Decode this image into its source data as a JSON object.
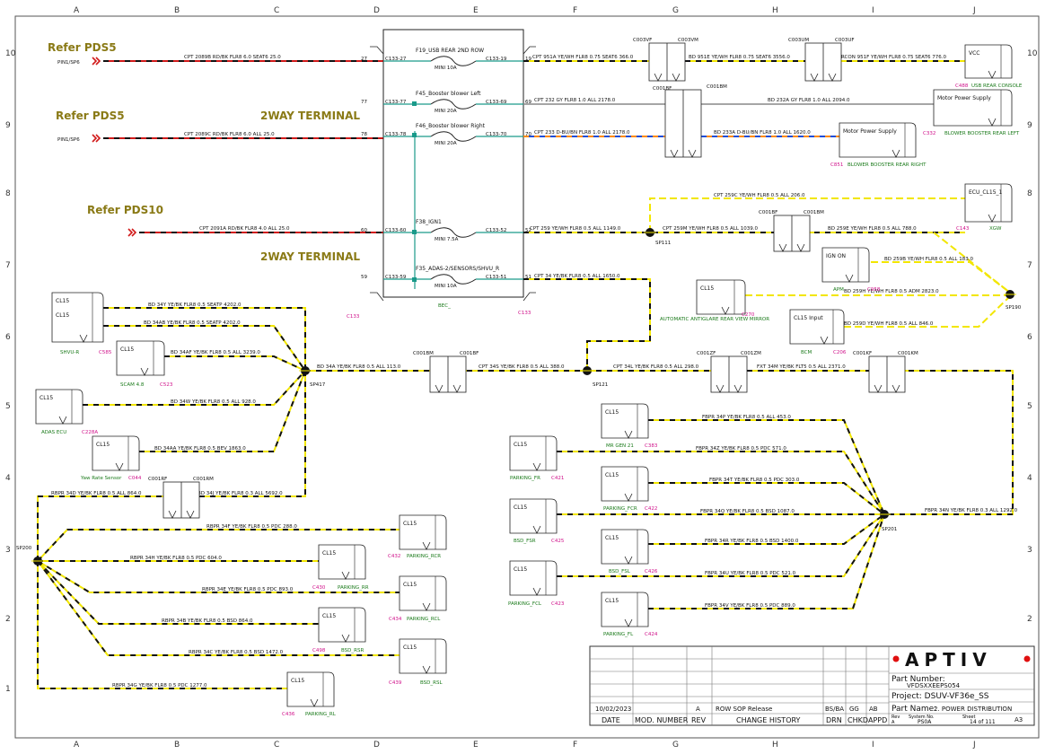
{
  "grid": {
    "columns": [
      "A",
      "B",
      "C",
      "D",
      "E",
      "F",
      "G",
      "H",
      "I",
      "J"
    ],
    "rows": [
      "10",
      "9",
      "8",
      "7",
      "6",
      "5",
      "4",
      "3",
      "2",
      "1"
    ]
  },
  "refers": [
    "Refer PDS5",
    "Refer PDS5",
    "Refer PDS10"
  ],
  "terminals": [
    "2WAY TERMINAL",
    "2WAY TERMINAL"
  ],
  "pins_in": [
    "PIN1/SP6",
    "PIN1/SP6"
  ],
  "fuse_box": {
    "left_id": "C133",
    "right_id": "C133",
    "bottom_id": "BEC_",
    "fuses": [
      {
        "name": "F19_USB REAR 2ND ROW",
        "rating": "MINI 10A",
        "left_pin": "C133-27",
        "right_pin": "C133-19",
        "left_num": "27",
        "right_num": "19"
      },
      {
        "name": "F45_Booster blower Left",
        "rating": "MINI 20A",
        "left_pin": "C133-77",
        "right_pin": "C133-69",
        "left_num": "77",
        "right_num": "69"
      },
      {
        "name": "F46_Booster blower Right",
        "rating": "MINI 20A",
        "left_pin": "C133-78",
        "right_pin": "C133-70",
        "left_num": "78",
        "right_num": "70"
      },
      {
        "name": "F38_IGN1",
        "rating": "MINI 7.5A",
        "left_pin": "C133-60",
        "right_pin": "C133-52",
        "left_num": "60",
        "right_num": "52"
      },
      {
        "name": "F35_ADAS-2/SENSORS/SHVU_R",
        "rating": "MINI 10A",
        "left_pin": "C133-59",
        "right_pin": "C133-51",
        "left_num": "59",
        "right_num": "51"
      }
    ]
  },
  "wire_labels": {
    "w1": "CPT 2089B RD/BK FLR8 6.0 SEAT6 25.0",
    "w2": "CPT 2089C RD/BK FLR8 6.0 ALL 25.0",
    "w3": "CPT 2091A RD/BK FLR8 4.0 ALL 25.0",
    "w4": "CPT 951A YE/WH FLR8 0.75 SEAT6 366.0",
    "w5": "BD 951E YE/WH FLR8 0.75 SEAT6 3556.0",
    "w6": "RCON 951F YE/WH FLR8 0.75 SEAT6 776.0",
    "w7": "CPT 232 GY FLR8 1.0 ALL 2178.0",
    "w8": "BD 232A GY FLR8 1.0 ALL 2094.0",
    "w9": "CPT 233 D-BU/BN FLR8 1.0 ALL 2178.0",
    "w10": "BD 233A D-BU/BN FLR8 1.0 ALL 1620.0",
    "w11": "CPT 259C YE/WH FLR8 0.5 ALL 206.0",
    "w12": "CPT 259 YE/WH FLR8 0.5 ALL 1149.0",
    "w13": "CPT 259M YE/WH FLR8 0.5 ALL 1039.0",
    "w14": "BD 259E YE/WH FLR8 0.5 ALL 788.0",
    "w15": "BD 259B YE/WH FLR8 0.5 ALL 183.0",
    "w16": "BD 259H YE/WH FLR8 0.5 ADM 2823.0",
    "w17": "BD 259D YE/WH FLR8 0.5 ALL 846.0",
    "w18": "CPT 34 YE/BK FLR8 0.5 ALL 1650.0",
    "w19": "BD 34Y YE/BK FLR8 0.5 SEATP 4202.0",
    "w20": "BD 34AB YE/BK FLR8 0.5 SEATP 4202.0",
    "w21": "BD 34AF YE/BK FLR8 0.5 ALL 3239.0",
    "w22": "BD 34W YE/BK FLR8 0.5 ALL 928.0",
    "w23": "BD 34AA YE/BK FLR8 0.5 BEV 1863.0",
    "w24": "BD 34A YE/BK FLR8 0.5 ALL 113.0",
    "w25": "CPT 34S YE/BK FLR8 0.5 ALL 388.0",
    "w26": "CPT 34L YE/BK FLR8 0.5 ALL 298.0",
    "w27": "FXT 34M YE/BK FLT5 0.5 ALL 2371.0",
    "w28": "RBPR 34D YE/BK FLR8 0.5 ALL 864.0",
    "w29": "BD 34J YE/BK FLR8 0.3 ALL 5692.0",
    "w30": "RBPR 34F YE/BK FLR8 0.5 PDC 288.0",
    "w31": "RBPR 34H YE/BK FLR8 0.5 PDC 604.0",
    "w32": "RBPR 34E YE/BK FLR8 0.5 PDC 893.0",
    "w33": "RBPR 34B YE/BK FLR8 0.5 BSD 864.0",
    "w34": "RBPR 34C YE/BK FLR8 0.5 BSD 1472.0",
    "w35": "RBPR 34G YE/BK FLR8 0.5 PDC 1277.0",
    "w36": "FBPR 34P YE/BK FLR8 0.5 ALL 453.0",
    "w37": "FBPR 34Z YE/BK FLR8 0.5 PDC 571.0",
    "w38": "FBPR 34T YE/BK FLR8 0.5 PDC 303.0",
    "w39": "FBPR 34Q YE/BK FLR8 0.5 BSD 1087.0",
    "w40": "FBPR 34R YE/BK FLR8 0.5 BSD 1400.0",
    "w41": "FBPR 34U YE/BK FLR8 0.5 PDC 521.0",
    "w42": "FBPR 34V YE/BK FLR8 0.5 PDC 889.0",
    "w43": "FBPR 34N YE/BK FLR8 0.3 ALL 1292.0"
  },
  "inline_connectors": {
    "c003vf": "C003VF",
    "c003vm": "C003VM",
    "c003um": "C003UM",
    "c003uf": "C003UF",
    "c001bf_a": "C001BF",
    "c001bm_a": "C001BM",
    "c001bf_b": "C001BF",
    "c001bm_b": "C001BM",
    "c001bm_c": "C001BM",
    "c001bf_c": "C001BF",
    "c001zf": "C001ZF",
    "c001zm": "C001ZM",
    "c001kf": "C001KF",
    "c001km": "C001KM",
    "c001rf": "C001RF",
    "c001rm": "C001RM"
  },
  "splices": {
    "sp111": "SP111",
    "sp190": "SP190",
    "sp417": "SP417",
    "sp121": "SP121",
    "sp200": "SP200",
    "sp201": "SP201"
  },
  "devices": {
    "usb": {
      "pin_label": "VCC",
      "id": "C488",
      "name": "USB REAR CONSOLE"
    },
    "bbl": {
      "pin_label": "Motor Power Supply",
      "id": "C332",
      "name": "BLOWER BOOSTER REAR LEFT"
    },
    "bbr": {
      "pin_label": "Motor Power Supply",
      "id": "C851",
      "name": "BLOWER BOOSTER REAR RIGHT"
    },
    "xgw": {
      "pin_label": "ECU_CL15_1",
      "id": "C143",
      "name": "XGW"
    },
    "apm": {
      "pin_label": "IGN ON",
      "id": "C958",
      "name": "APM"
    },
    "mirror": {
      "pin_label": "CL15",
      "id": "C270",
      "name": "AUTOMATIC ANTIGLARE REAR VIEW MIRROR"
    },
    "bcm": {
      "pin_label": "CL15 Input",
      "id": "C206",
      "name": "BCM"
    },
    "shvu": {
      "pin_label": "CL15",
      "pin_label2": "CL15",
      "id": "C585",
      "name": "SHVU-R"
    },
    "scam": {
      "pin_label": "CL15",
      "id": "C523",
      "name": "SCAM 4.8"
    },
    "adas": {
      "pin_label": "CL15",
      "id": "C228A",
      "name": "ADAS ECU"
    },
    "yaw": {
      "pin_label": "CL15",
      "id": "C044",
      "name": "Yaw Rate Sensor"
    },
    "prcr": {
      "pin_label": "CL15",
      "id": "C432",
      "name": "PARKING_RCR"
    },
    "prr": {
      "pin_label": "CL15",
      "id": "C430",
      "name": "PARKING_RR"
    },
    "prcl": {
      "pin_label": "CL15",
      "id": "C434",
      "name": "PARKING_RCL"
    },
    "bsdrsr": {
      "pin_label": "CL15",
      "id": "C498",
      "name": "BSD_RSR"
    },
    "bsdrsl": {
      "pin_label": "CL15",
      "id": "C439",
      "name": "BSD_RSL"
    },
    "prl": {
      "pin_label": "CL15",
      "id": "C436",
      "name": "PARKING_RL"
    },
    "mrgen": {
      "pin_label": "CL15",
      "id": "C383",
      "name": "MR GEN 21"
    },
    "pfr": {
      "pin_label": "CL15",
      "id": "C421",
      "name": "PARKING_FR"
    },
    "pfcr": {
      "pin_label": "CL15",
      "id": "C422",
      "name": "PARKING_FCR"
    },
    "bsdfsr": {
      "pin_label": "CL15",
      "id": "C425",
      "name": "BSD_FSR"
    },
    "bsdfsl": {
      "pin_label": "CL15",
      "id": "C426",
      "name": "BSD_FSL"
    },
    "pfcl": {
      "pin_label": "CL15",
      "id": "C423",
      "name": "PARKING_FCL"
    },
    "pfl": {
      "pin_label": "CL15",
      "id": "C424",
      "name": "PARKING_FL"
    }
  },
  "title_block": {
    "date_value": "10/02/2023",
    "rev_value": "A",
    "change_value": "ROW SOP Release",
    "drn_value": "BS/BA",
    "chkd_value": "GG",
    "appd_value": "AB",
    "headers": [
      "DATE",
      "MOD. NUMBER",
      "REV",
      "CHANGE HISTORY",
      "DRN",
      "CHKD",
      "APPD"
    ],
    "logo": "APTIV",
    "part_number_label": "Part Number:",
    "part_number": "VFDSXXEEPS054",
    "project": "Project: DSUV-VF36e_SS",
    "part_name": "Part Name:",
    "part_name_value": "2. POWER DISTRIBUTION",
    "rev_small_label": "Rev",
    "rev_small": "A",
    "system_label": "System No.",
    "system_value": "PS0A",
    "sheet_label": "Sheet",
    "sheet_value": "14 of 111",
    "size": "A3"
  },
  "colors": {
    "red": "#d11a1a",
    "yellow": "#f2e600",
    "blue": "#1f4fd8",
    "orange": "#ff8a00",
    "gray": "#888888",
    "magenta": "#d0108a",
    "green": "#1a7a1a",
    "teal": "#1a9a8a",
    "olive": "#8a7a16"
  }
}
